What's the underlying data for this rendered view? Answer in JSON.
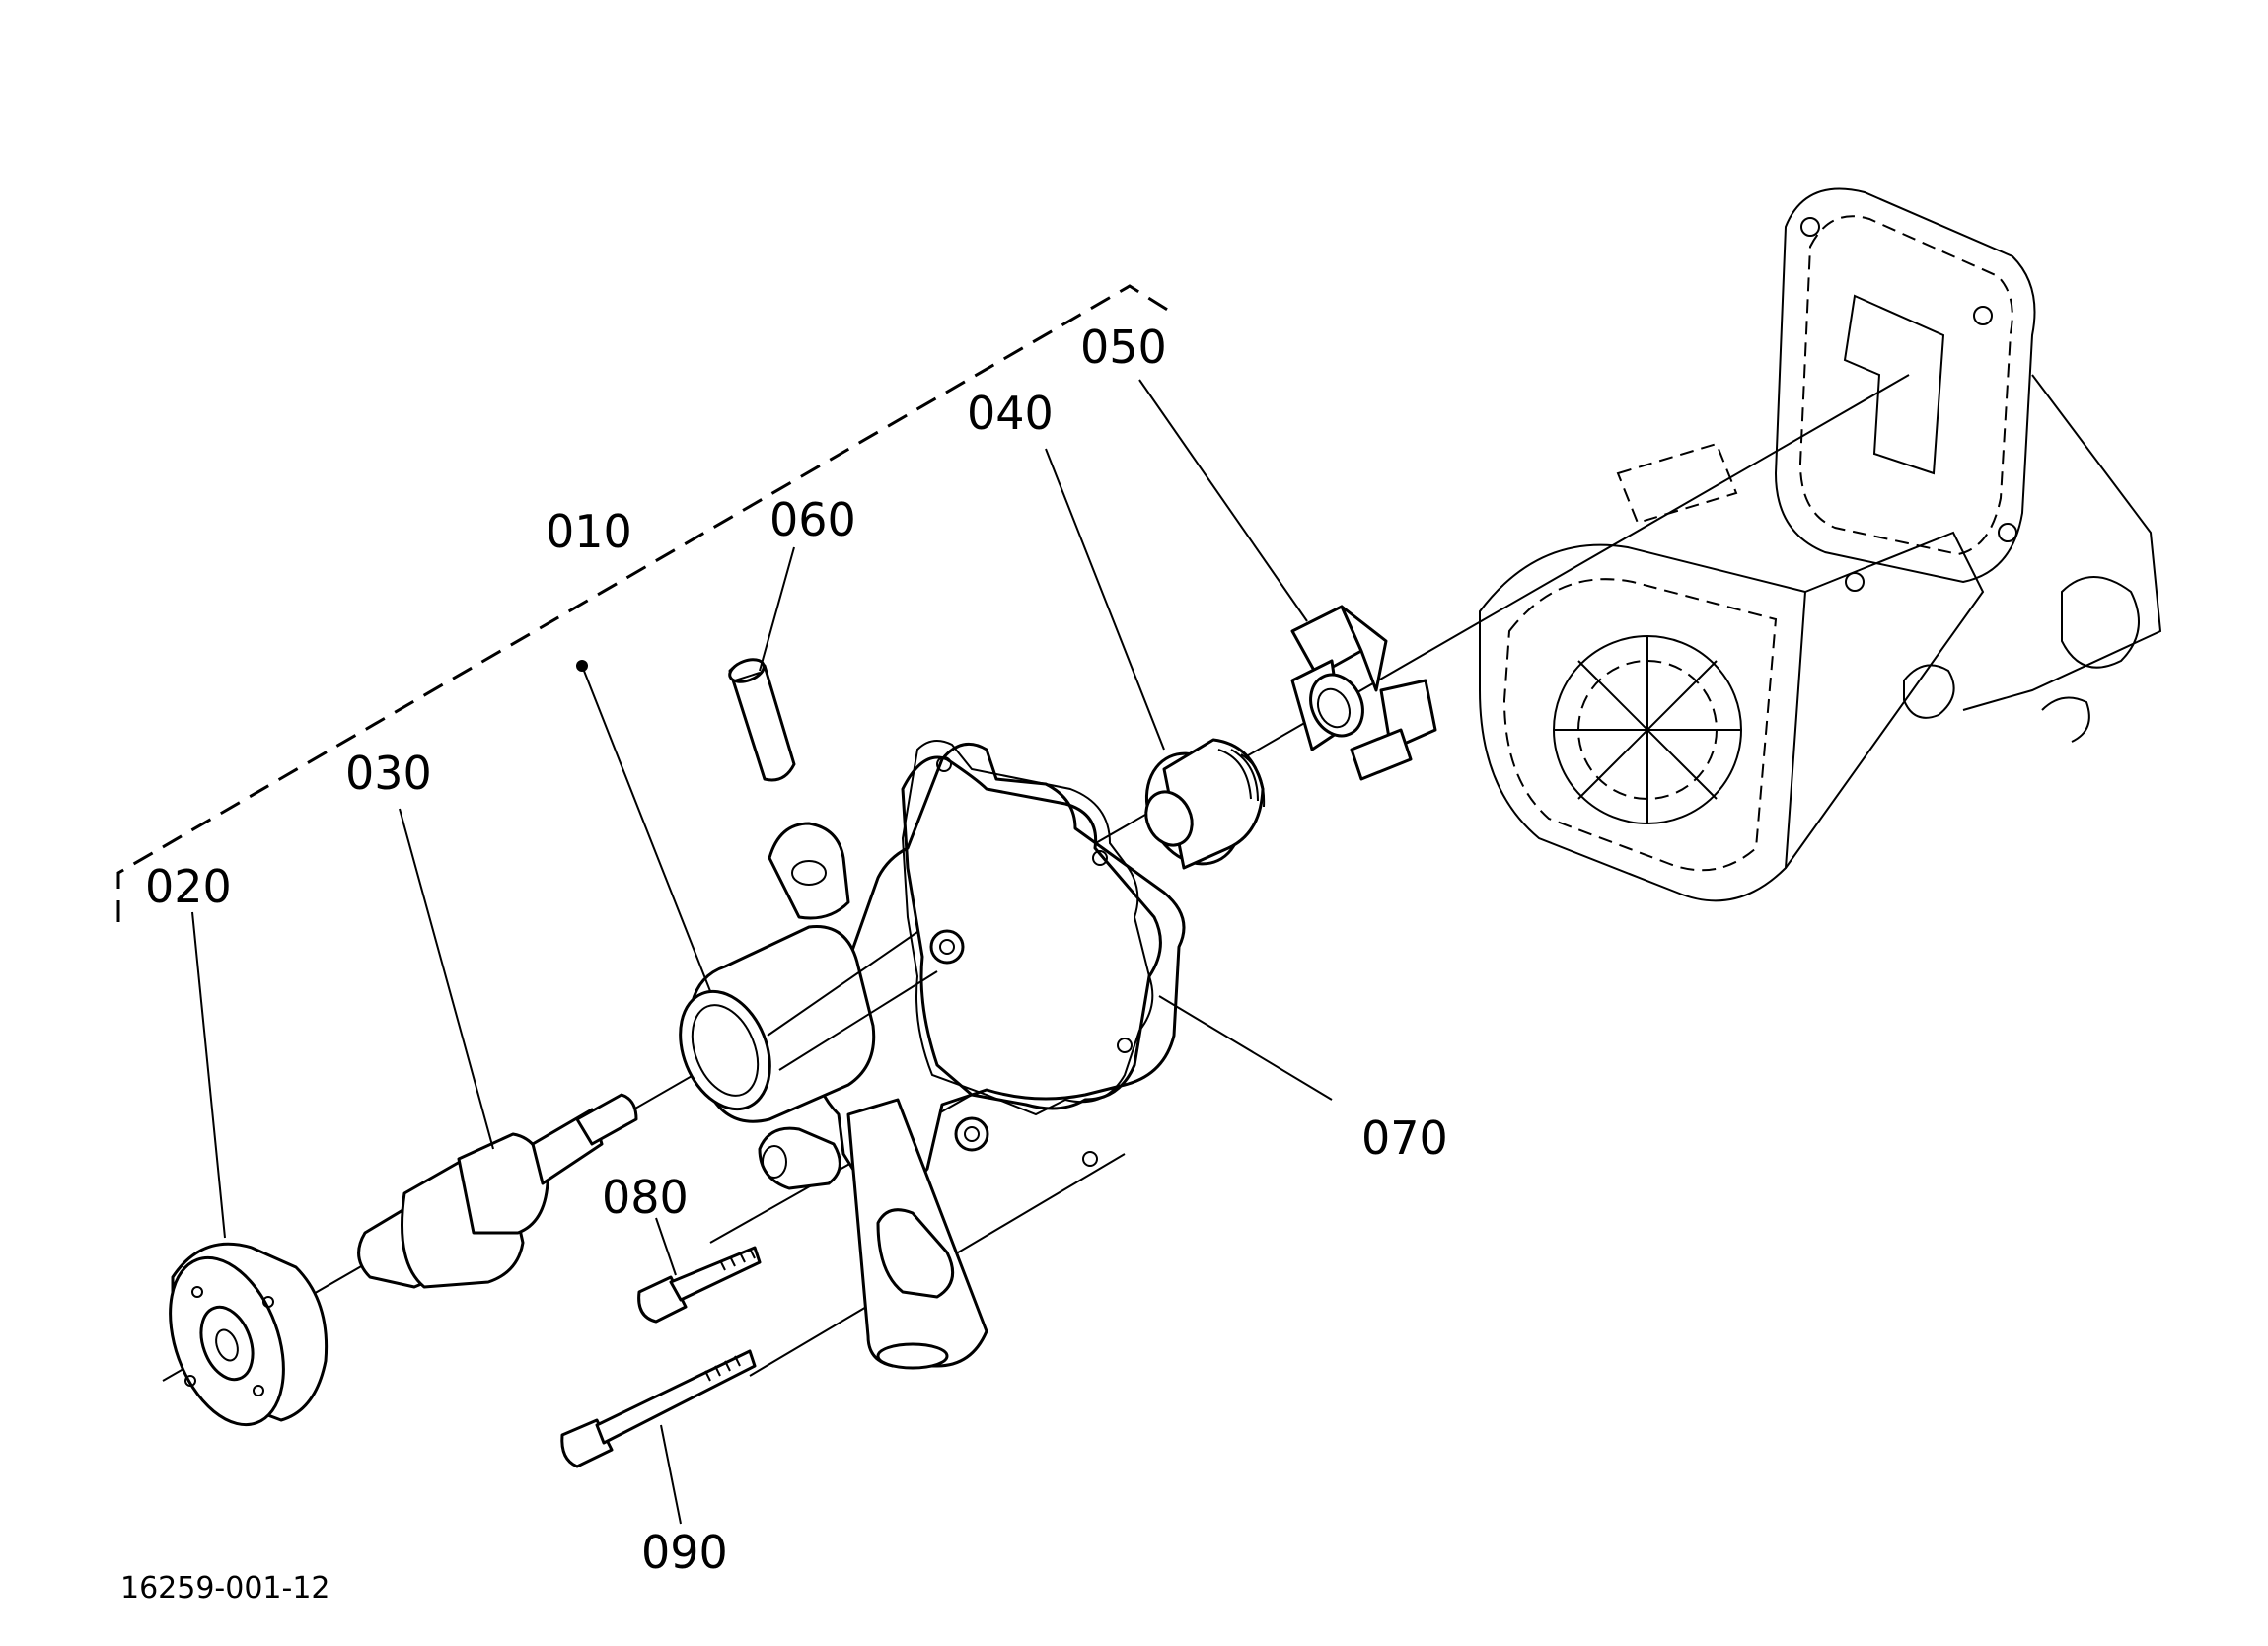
{
  "callouts": {
    "p010": "010",
    "p020": "020",
    "p030": "030",
    "p040": "040",
    "p050": "050",
    "p060": "060",
    "p070": "070",
    "p080": "080",
    "p090": "090"
  },
  "drawing_code": "16259-001-12"
}
